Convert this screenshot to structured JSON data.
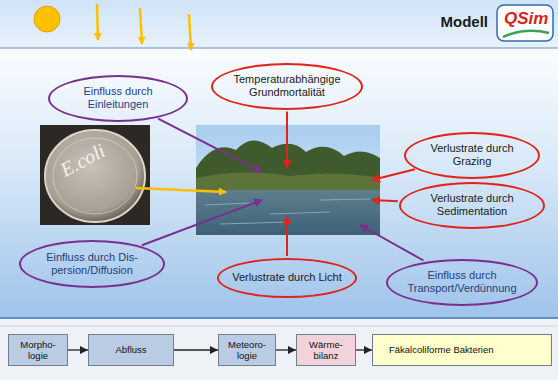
{
  "diagram": {
    "title": "Modell",
    "nodes": [
      {
        "text": [
          "Einfluss durch Einleitungen"
        ]
      },
      {
        "text": [
          "Temperaturabhängige Grundmortalität"
        ]
      },
      {
        "text": [
          "Verlustrate durch Grazing"
        ]
      },
      {
        "text": [
          "Verlustrate durch Sedimentation"
        ]
      },
      {
        "text": [
          "Einfluss durch Dis- persion/Diffusion"
        ]
      },
      {
        "text": [
          "Verlustrate durch Licht"
        ]
      },
      {
        "text": [
          "Einfluss durch Transport/Verdünnung"
        ]
      },
      {
        "text": [
          "Morpho- logie"
        ]
      },
      {
        "text": [
          "Abfluss"
        ]
      },
      {
        "text": [
          "Meteoro- logie"
        ]
      },
      {
        "text": [
          "Wärme- bilanz"
        ]
      },
      {
        "text": [
          "Fäkalcoliforme Bakterien"
        ]
      }
    ],
    "edges": [
      {
        "from": 7,
        "to": 8,
        "arrow": "to"
      },
      {
        "from": 8,
        "to": 9,
        "arrow": "to"
      },
      {
        "from": 9,
        "to": 10,
        "arrow": "to"
      },
      {
        "from": 10,
        "to": 11,
        "arrow": "to"
      }
    ],
    "labels": [
      "QSim",
      "E.coli"
    ]
  }
}
